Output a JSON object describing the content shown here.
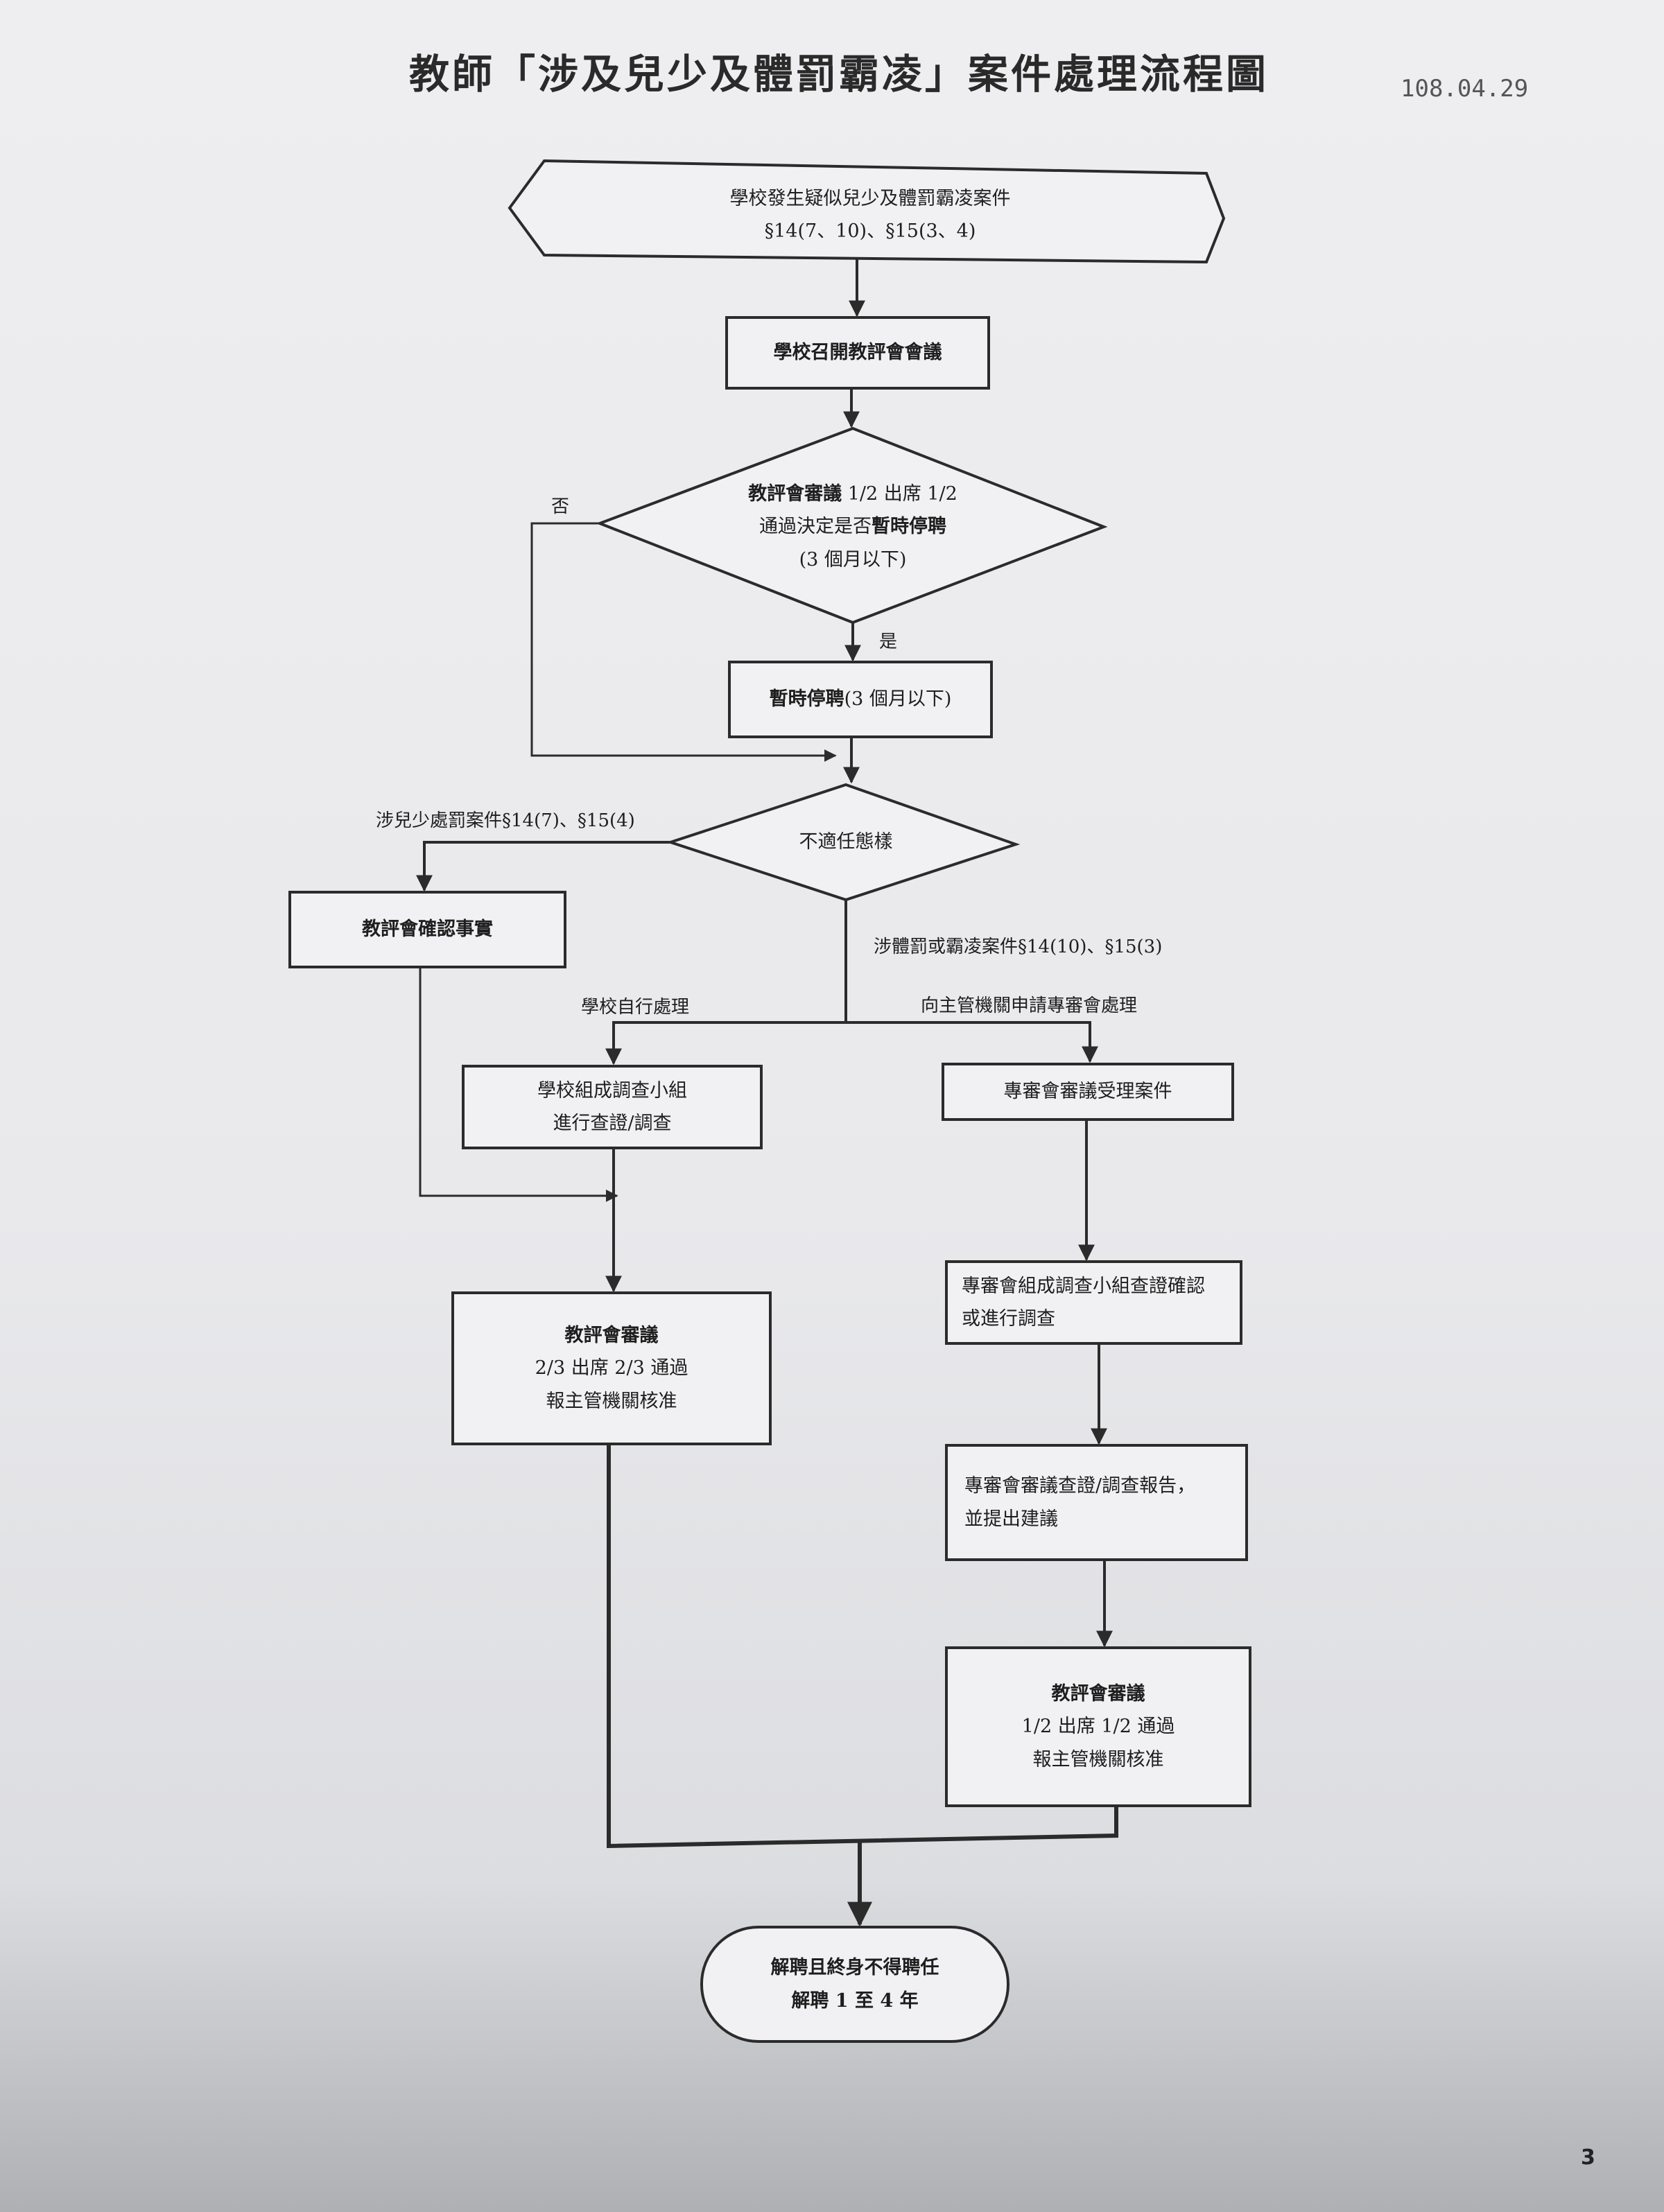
{
  "title": "教師「涉及兒少及體罰霸凌」案件處理流程圖",
  "date": "108.04.29",
  "page_number": "3",
  "nodes": {
    "start": {
      "line1": "學校發生疑似兒少及體罰霸凌案件",
      "line2": "§14(7、10)、§15(3、4)"
    },
    "convene": {
      "text": "學校召開教評會會議"
    },
    "decision1": {
      "line1_bold": "教評會審議",
      "line1_rest": " 1/2 出席 1/2",
      "line2_rest": "通過決定是否",
      "line2_bold": "暫時停聘",
      "line3": "(3 個月以下)"
    },
    "suspend": {
      "bold": "暫時停聘",
      "rest": "(3 個月以下)"
    },
    "decision2": {
      "text": "不適任態樣"
    },
    "confirm": {
      "text": "教評會確認事實"
    },
    "school_team": {
      "line1": "學校組成調查小組",
      "line2": "進行查證/調查"
    },
    "committee_accept": {
      "text": "專審會審議受理案件"
    },
    "committee_team": {
      "line1": "專審會組成調查小組查證確認",
      "line2": "或進行調查"
    },
    "committee_report": {
      "line1": "專審會審議查證/調查報告，",
      "line2": "並提出建議"
    },
    "review_left": {
      "line1": "教評會審議",
      "line2": "2/3 出席 2/3 通過",
      "line3": "報主管機關核准"
    },
    "review_right": {
      "line1": "教評會審議",
      "line2": "1/2 出席 1/2 通過",
      "line3": "報主管機關核准"
    },
    "end": {
      "line1": "解聘且終身不得聘任",
      "line2": "解聘 1 至 4 年"
    }
  },
  "labels": {
    "no": "否",
    "yes": "是",
    "child_case": "涉兒少處罰案件§14(7)、§15(4)",
    "corporal_case": "涉體罰或霸凌案件§14(10)、§15(3)",
    "school_self": "學校自行處理",
    "apply_committee": "向主管機關申請專審會處理"
  }
}
